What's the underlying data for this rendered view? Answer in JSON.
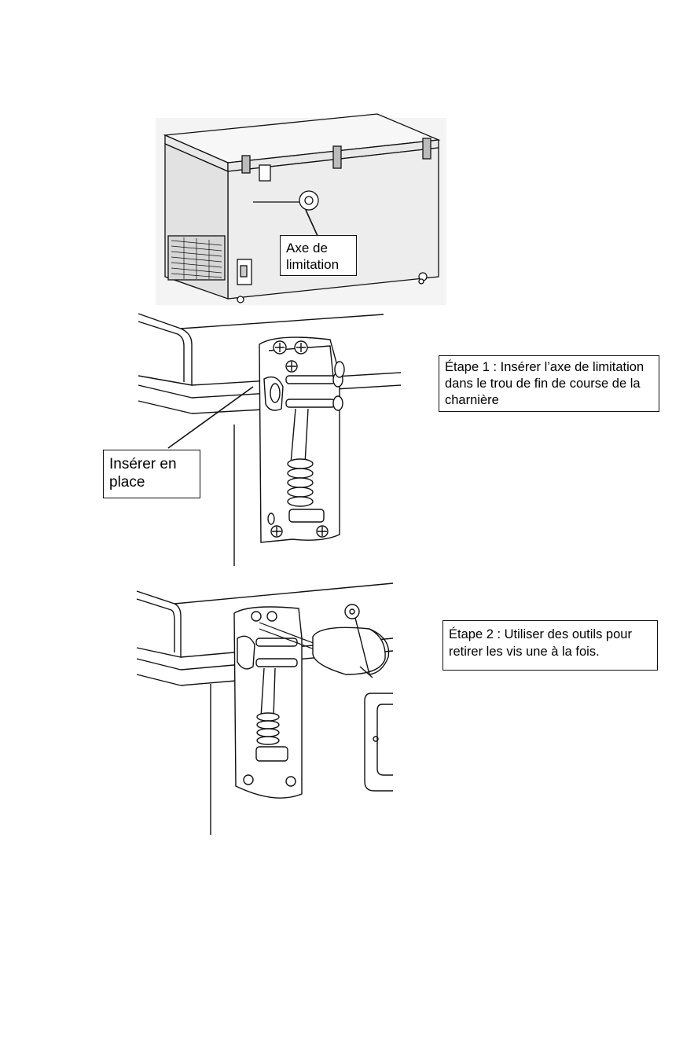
{
  "labels": {
    "limit_axis": "Axe de\nlimitation",
    "insert_in_place": "Insérer en\nplace",
    "step1": "Étape 1 : Insérer l’axe de limitation dans le trou de fin de course de la charnière",
    "step2": "Étape 2 : Utiliser des outils pour retirer les vis une à la fois."
  },
  "colors": {
    "line": "#111111",
    "cabinet_fill": "#ededed",
    "grille_fill": "#d6d6d6",
    "bg": "#ffffff"
  }
}
